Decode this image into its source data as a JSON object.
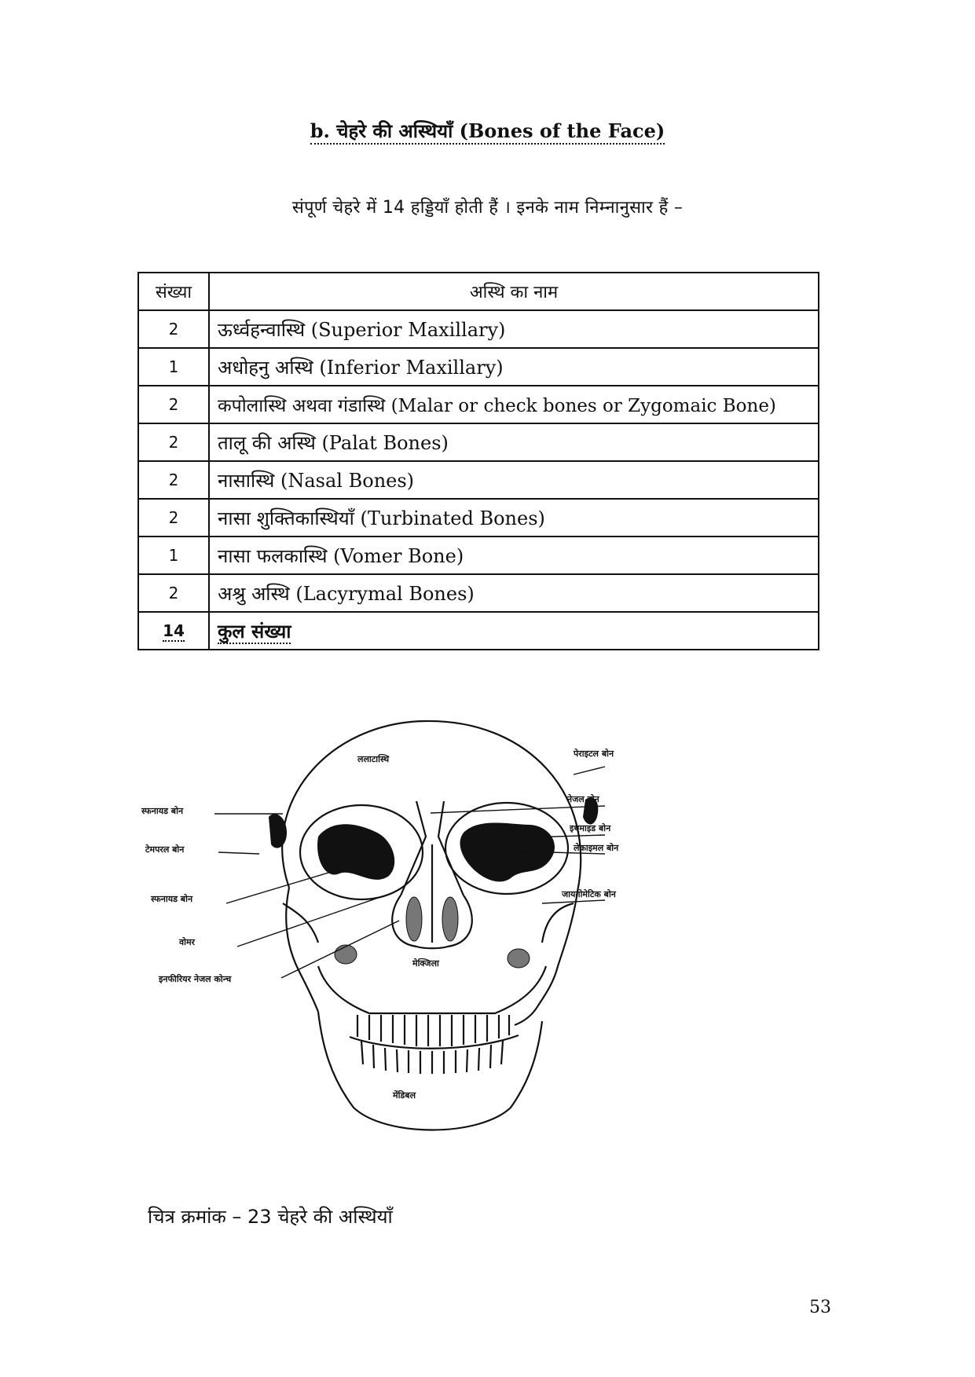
{
  "heading": "b. चेहरे की अस्थियाँ (Bones of the Face)",
  "intro": "संपूर्ण चेहरे में 14 हड्डियाँ होती हैं । इनके नाम निम्नानुसार हैं –",
  "table": {
    "headers": [
      "संख्या",
      "अस्थि का नाम"
    ],
    "rows": [
      {
        "count": "2",
        "name": "ऊर्ध्वहन्वास्थि (Superior Maxillary)"
      },
      {
        "count": "1",
        "name": "अधोहनु अस्थि (Inferior Maxillary)"
      },
      {
        "count": "2",
        "name": "कपोलास्थि अथवा गंडास्थि (Malar or check bones or Zygomaic Bone)"
      },
      {
        "count": "2",
        "name": "तालू की अस्थि (Palat Bones)"
      },
      {
        "count": "2",
        "name": "नासास्थि (Nasal Bones)"
      },
      {
        "count": "2",
        "name": "नासा शुक्तिकास्थियाँ (Turbinated Bones)"
      },
      {
        "count": "1",
        "name": "नासा फलकास्थि (Vomer Bone)"
      },
      {
        "count": "2",
        "name": "अश्रु अस्थि (Lacyrymal Bones)"
      }
    ],
    "total": {
      "count": "14",
      "name": "कुल संख्या"
    }
  },
  "figure": {
    "labels": {
      "frontal": "ललाटास्थि",
      "parietal": "पेराइटल बोन",
      "nasal": "नेजल बोन",
      "ethmoid": "इथमाइड बोन",
      "lacrimal": "लेक्राइमल बोन",
      "zygomatic": "जायगोमेटिक बोन",
      "sphenoid_upper": "स्फनायड बोन",
      "temporal": "टेमपरल बोन",
      "sphenoid_lower": "स्फनायड बोन",
      "vomer": "वोमर",
      "inferior_nasal_concha": "इनफीरियर नेजल कोन्च",
      "maxilla": "मेक्जिला",
      "mandible": "मेंडिबल"
    }
  },
  "caption": "चित्र क्रमांक – 23 चेहरे की अस्थियाँ",
  "page_number": "53"
}
